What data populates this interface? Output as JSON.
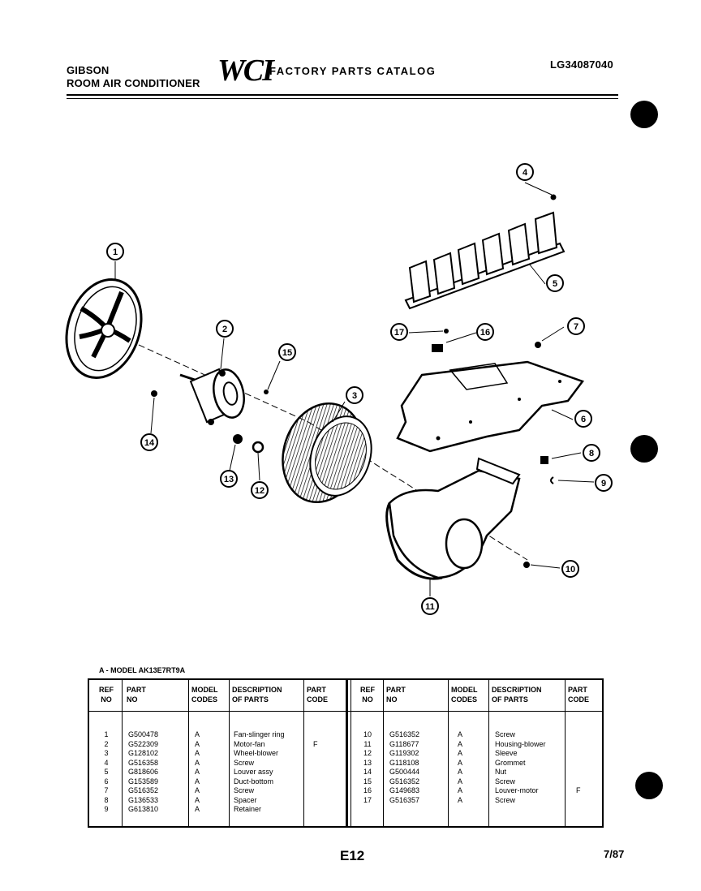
{
  "header": {
    "brand_line1": "GIBSON",
    "brand_line2": "ROOM AIR CONDITIONER",
    "logo": "WCI",
    "catalog_title": "FACTORY PARTS CATALOG",
    "catalog_number": "LG34087040"
  },
  "diagram": {
    "callouts": [
      "1",
      "2",
      "3",
      "4",
      "5",
      "6",
      "7",
      "8",
      "9",
      "10",
      "11",
      "12",
      "13",
      "14",
      "15",
      "16",
      "17"
    ]
  },
  "table": {
    "model_note": "A - MODEL AK13E7RT9A",
    "headers": {
      "ref": [
        "REF",
        "NO"
      ],
      "part": [
        "PART",
        "NO"
      ],
      "model": [
        "MODEL",
        "CODES"
      ],
      "desc": [
        "DESCRIPTION",
        "OF PARTS"
      ],
      "code": [
        "PART",
        "CODE"
      ]
    },
    "left_rows": [
      {
        "ref": "1",
        "part": "G500478",
        "model": "A",
        "desc": "Fan-slinger ring",
        "code": ""
      },
      {
        "ref": "2",
        "part": "G522309",
        "model": "A",
        "desc": "Motor-fan",
        "code": "F"
      },
      {
        "ref": "3",
        "part": "G128102",
        "model": "A",
        "desc": "Wheel-blower",
        "code": ""
      },
      {
        "ref": "4",
        "part": "G516358",
        "model": "A",
        "desc": "Screw",
        "code": ""
      },
      {
        "ref": "5",
        "part": "G818606",
        "model": "A",
        "desc": "Louver assy",
        "code": ""
      },
      {
        "ref": "6",
        "part": "G153589",
        "model": "A",
        "desc": "Duct-bottom",
        "code": ""
      },
      {
        "ref": "7",
        "part": "G516352",
        "model": "A",
        "desc": "Screw",
        "code": ""
      },
      {
        "ref": "8",
        "part": "G136533",
        "model": "A",
        "desc": "Spacer",
        "code": ""
      },
      {
        "ref": "9",
        "part": "G613810",
        "model": "A",
        "desc": "Retainer",
        "code": ""
      }
    ],
    "right_rows": [
      {
        "ref": "10",
        "part": "G516352",
        "model": "A",
        "desc": "Screw",
        "code": ""
      },
      {
        "ref": "11",
        "part": "G118677",
        "model": "A",
        "desc": "Housing-blower",
        "code": ""
      },
      {
        "ref": "12",
        "part": "G119302",
        "model": "A",
        "desc": "Sleeve",
        "code": ""
      },
      {
        "ref": "13",
        "part": "G118108",
        "model": "A",
        "desc": "Grommet",
        "code": ""
      },
      {
        "ref": "14",
        "part": "G500444",
        "model": "A",
        "desc": "Nut",
        "code": ""
      },
      {
        "ref": "15",
        "part": "G516352",
        "model": "A",
        "desc": "Screw",
        "code": ""
      },
      {
        "ref": "16",
        "part": "G149683",
        "model": "A",
        "desc": "Louver-motor",
        "code": "F"
      },
      {
        "ref": "17",
        "part": "G516357",
        "model": "A",
        "desc": "Screw",
        "code": ""
      }
    ]
  },
  "footer": {
    "page": "E12",
    "date": "7/87"
  }
}
